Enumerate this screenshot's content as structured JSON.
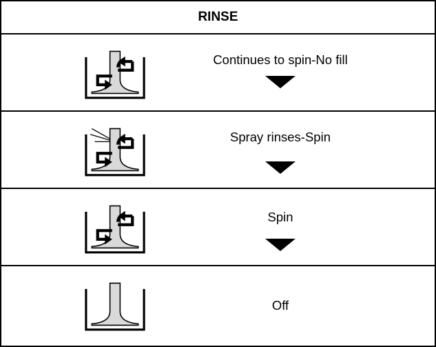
{
  "header": {
    "title": "RINSE"
  },
  "rows": [
    {
      "label": "Continues to spin-No fill",
      "icon": "tub-spin-icon",
      "arrow": true
    },
    {
      "label": "Spray rinses-Spin",
      "icon": "tub-spray-spin-icon",
      "arrow": true
    },
    {
      "label": "Spin",
      "icon": "tub-spin-icon",
      "arrow": true
    },
    {
      "label": "Off",
      "icon": "tub-agitator-icon",
      "arrow": false
    }
  ]
}
